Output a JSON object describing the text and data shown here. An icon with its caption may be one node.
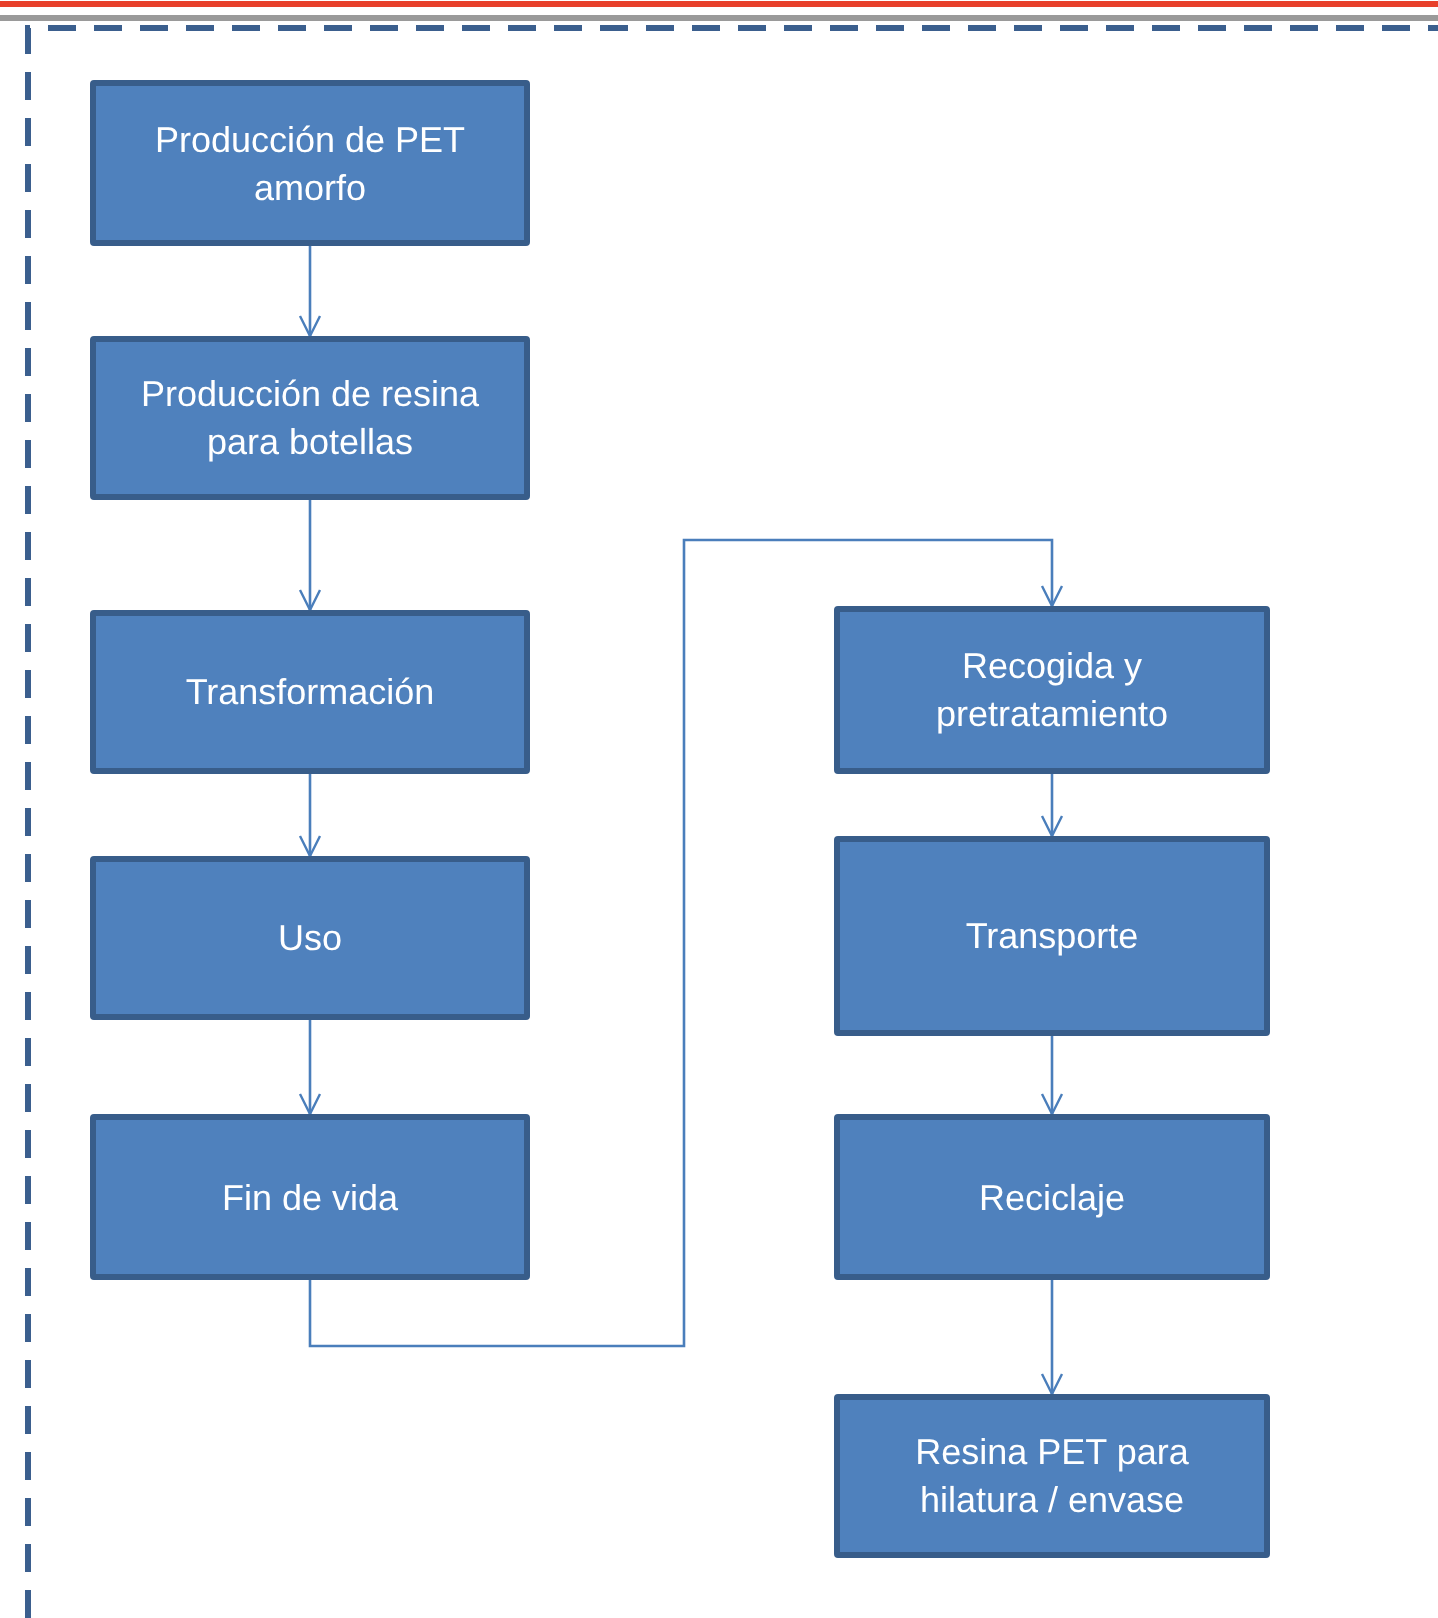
{
  "diagram": {
    "nodes": [
      {
        "text": [
          "Producción de PET amorfo"
        ]
      },
      {
        "text": [
          "Producción de resina para botellas"
        ]
      },
      {
        "text": [
          "Transformación"
        ]
      },
      {
        "text": [
          "Uso"
        ]
      },
      {
        "text": [
          "Fin de vida"
        ]
      },
      {
        "text": [
          "Recogida y pretratamiento"
        ]
      },
      {
        "text": [
          "Transporte"
        ]
      },
      {
        "text": [
          "Reciclaje"
        ]
      },
      {
        "text": [
          "Resina PET para hilatura / envase"
        ]
      }
    ],
    "edges": [
      {
        "from": 0,
        "to": 1,
        "arrow": "to"
      },
      {
        "from": 1,
        "to": 2,
        "arrow": "to"
      },
      {
        "from": 2,
        "to": 3,
        "arrow": "to"
      },
      {
        "from": 3,
        "to": 4,
        "arrow": "to"
      },
      {
        "from": 4,
        "to": 5,
        "arrow": "to"
      },
      {
        "from": 5,
        "to": 6,
        "arrow": "to"
      },
      {
        "from": 6,
        "to": 7,
        "arrow": "to"
      },
      {
        "from": 7,
        "to": 8,
        "arrow": "to"
      }
    ]
  }
}
